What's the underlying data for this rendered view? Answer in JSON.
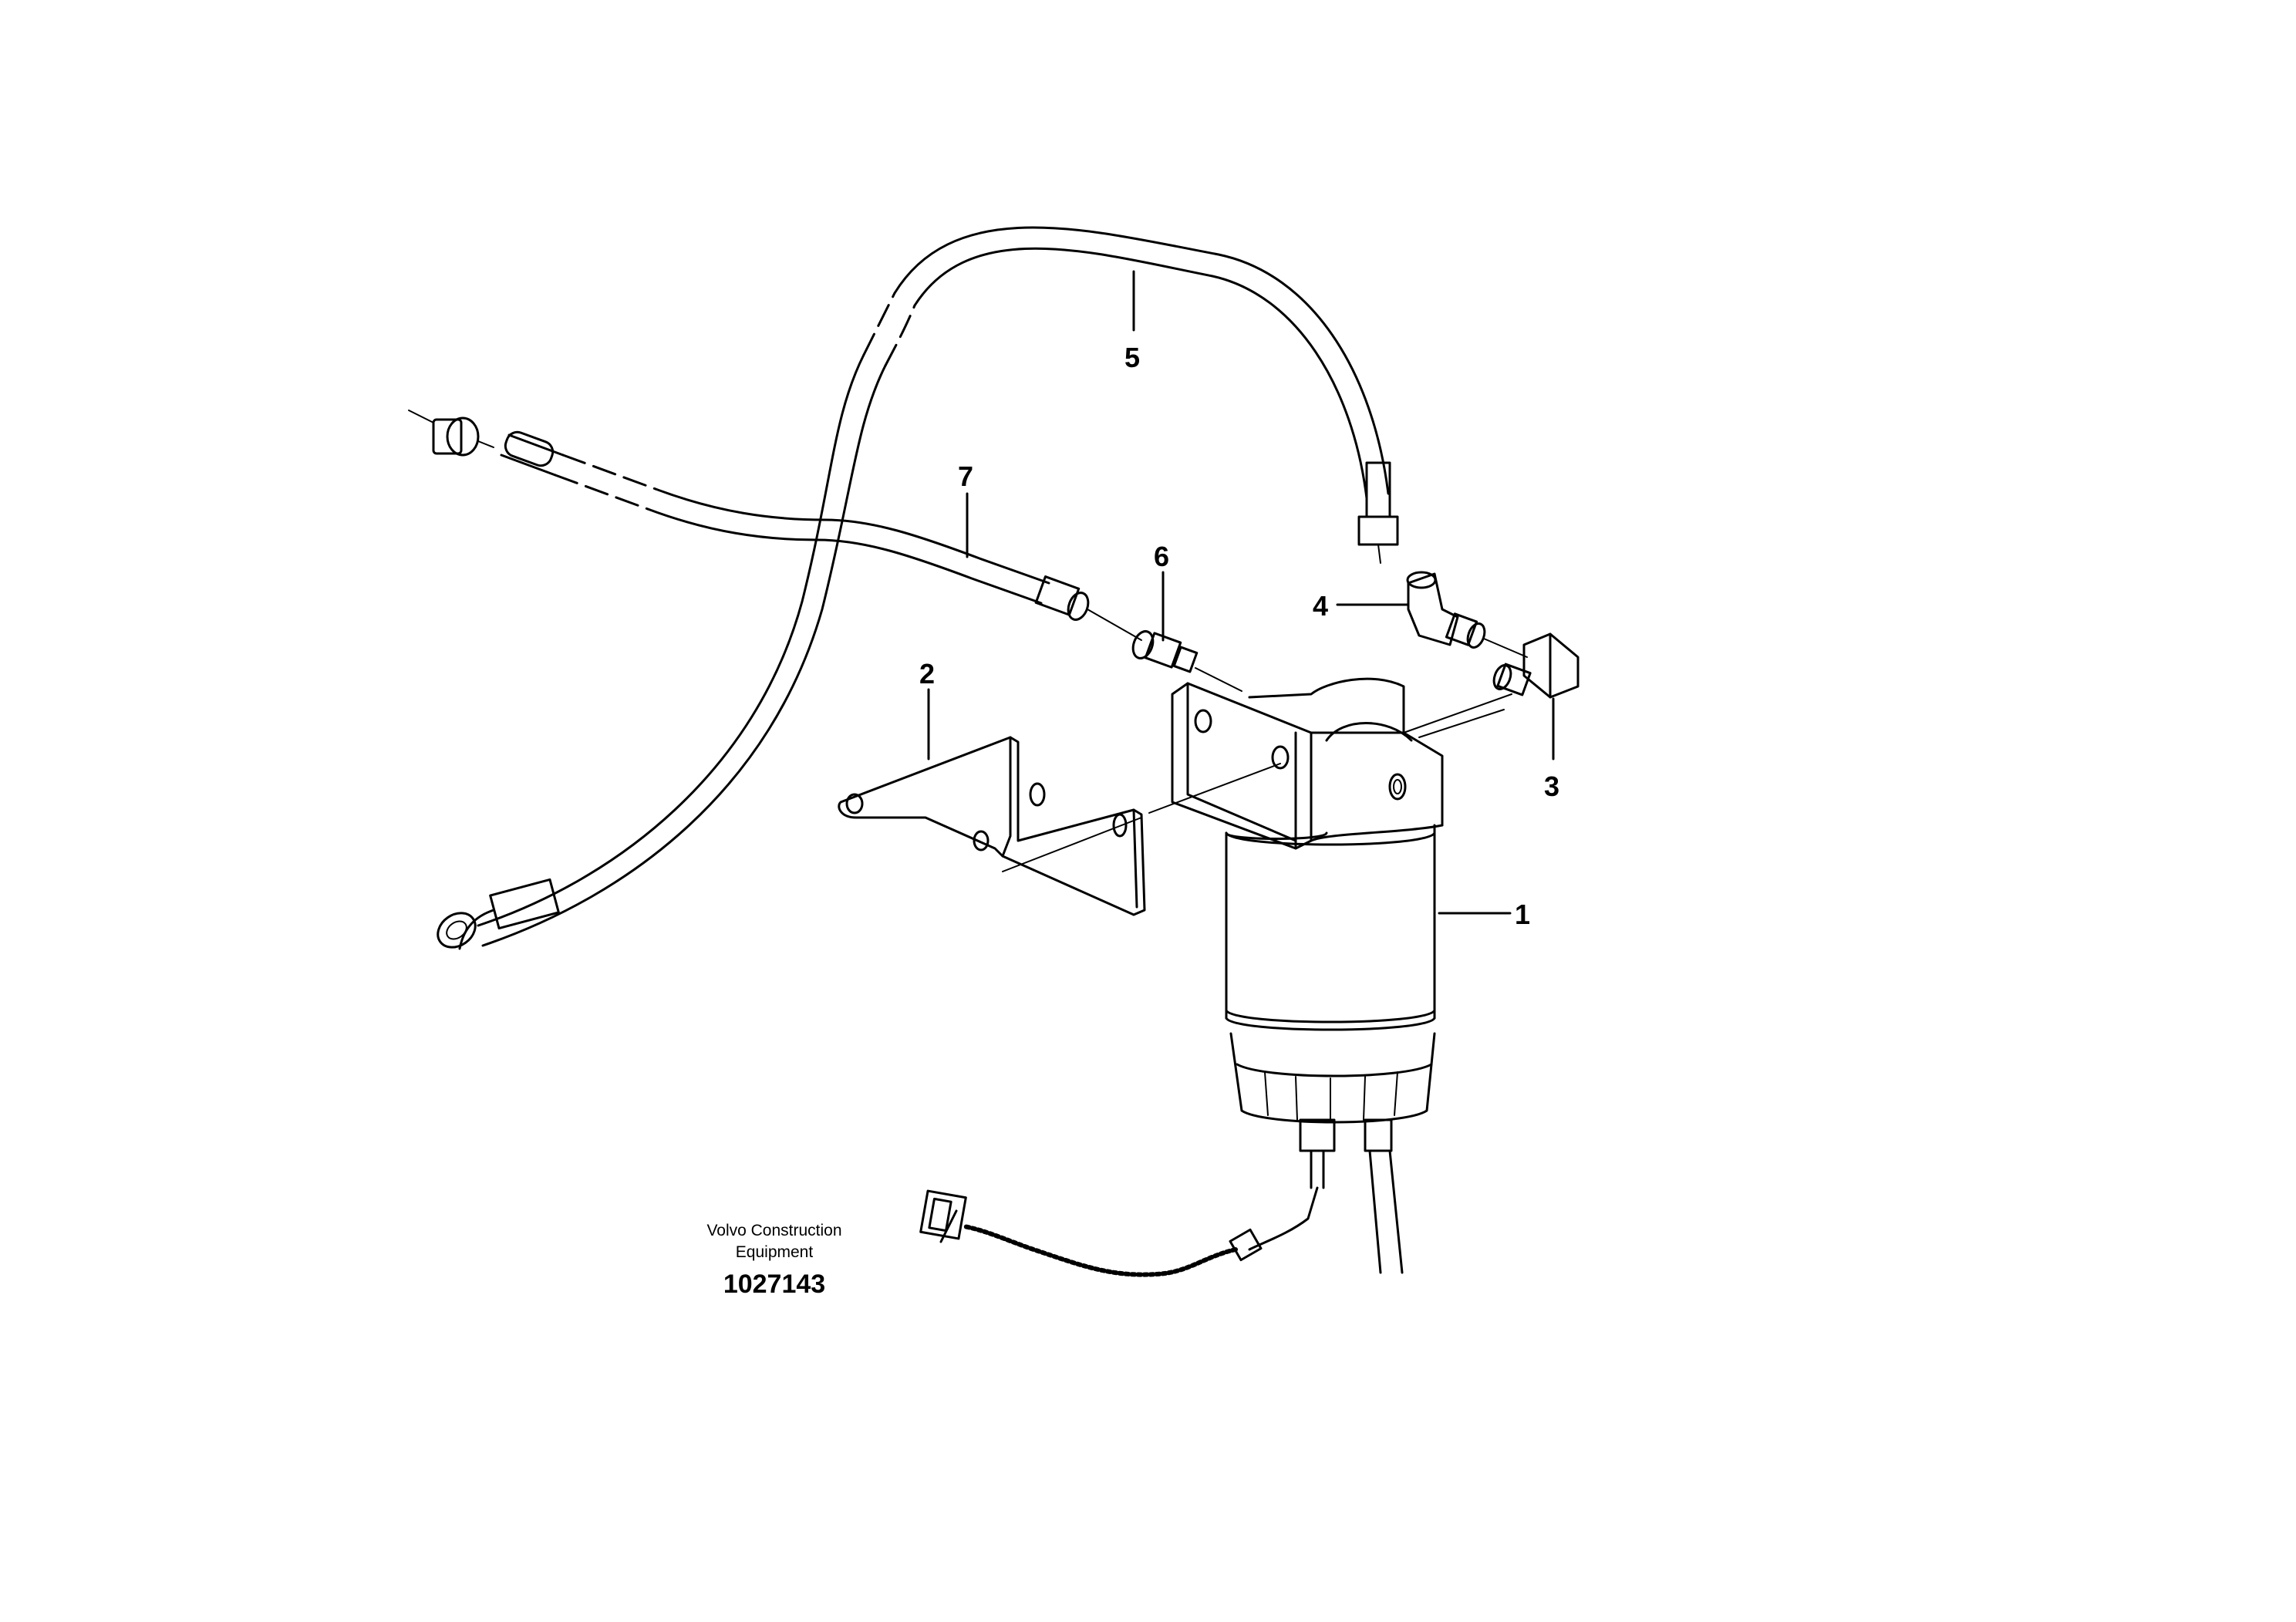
{
  "callouts": [
    {
      "id": "1",
      "label": "1"
    },
    {
      "id": "2",
      "label": "2"
    },
    {
      "id": "3",
      "label": "3"
    },
    {
      "id": "4",
      "label": "4"
    },
    {
      "id": "5",
      "label": "5"
    },
    {
      "id": "6",
      "label": "6"
    },
    {
      "id": "7",
      "label": "7"
    }
  ],
  "footer": {
    "brand_line1": "Volvo Construction",
    "brand_line2": "Equipment",
    "drawing_number": "1027143"
  },
  "style": {
    "line_color": "#000000",
    "background": "#ffffff"
  }
}
